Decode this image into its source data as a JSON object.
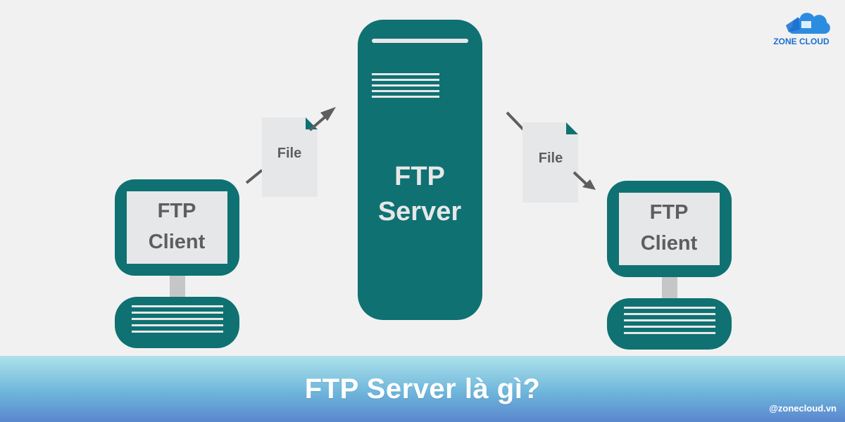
{
  "brand": {
    "name": "ZONE CLOUD",
    "icon": "cloud-icon",
    "color": "#1b6fd1"
  },
  "colors": {
    "teal": "#0f7172",
    "panel": "#e6e7e8",
    "background": "#f1f1f1"
  },
  "diagram": {
    "server": {
      "line1": "FTP",
      "line2": "Server"
    },
    "left_client": {
      "line1": "FTP",
      "line2": "Client"
    },
    "right_client": {
      "line1": "FTP",
      "line2": "Client"
    },
    "left_file": {
      "label": "File"
    },
    "right_file": {
      "label": "File"
    }
  },
  "banner": {
    "title": "FTP Server là gì?",
    "handle": "@zonecloud.vn"
  }
}
